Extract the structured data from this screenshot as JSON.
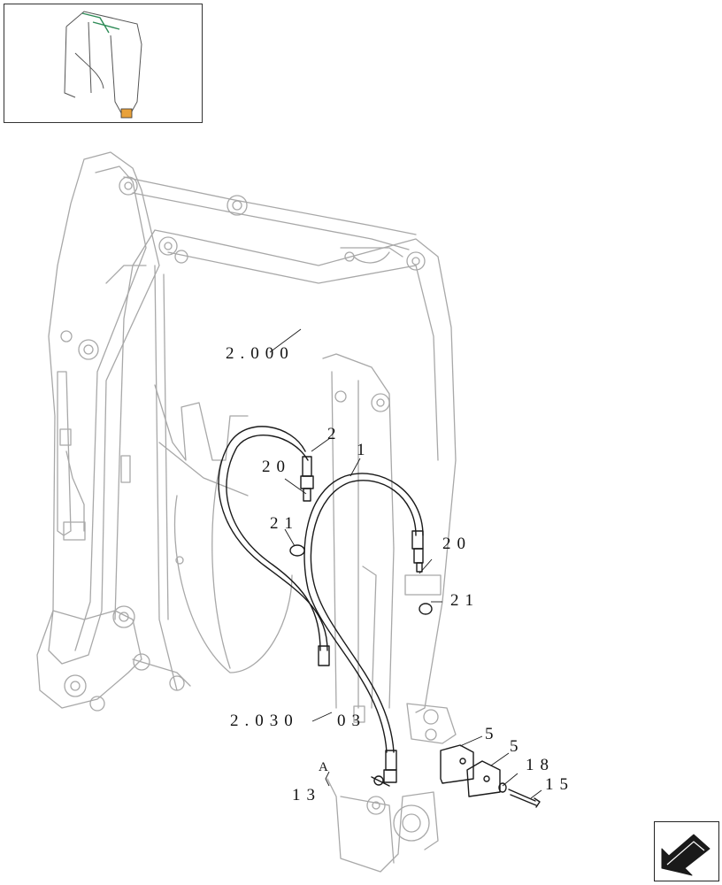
{
  "diagram": {
    "labels": {
      "ref_2000": "2.000",
      "ref_2030": "2.030",
      "ref_03": "03",
      "ref_13": "13",
      "ref_a": "A",
      "part_1": "1",
      "part_2": "2",
      "part_5a": "5",
      "part_5b": "5",
      "part_15": "15",
      "part_18": "18",
      "part_20a": "20",
      "part_20b": "20",
      "part_21a": "21",
      "part_21b": "21"
    }
  },
  "colors": {
    "line": "#1a1a1a",
    "ghost": "#9a9a9a",
    "thumb_highlight": "#2e8b57",
    "thumb_accent": "#e8a13a"
  },
  "icons": {
    "thumbnail": "overview-thumbnail-icon",
    "navigate": "next-page-arrow-icon"
  }
}
